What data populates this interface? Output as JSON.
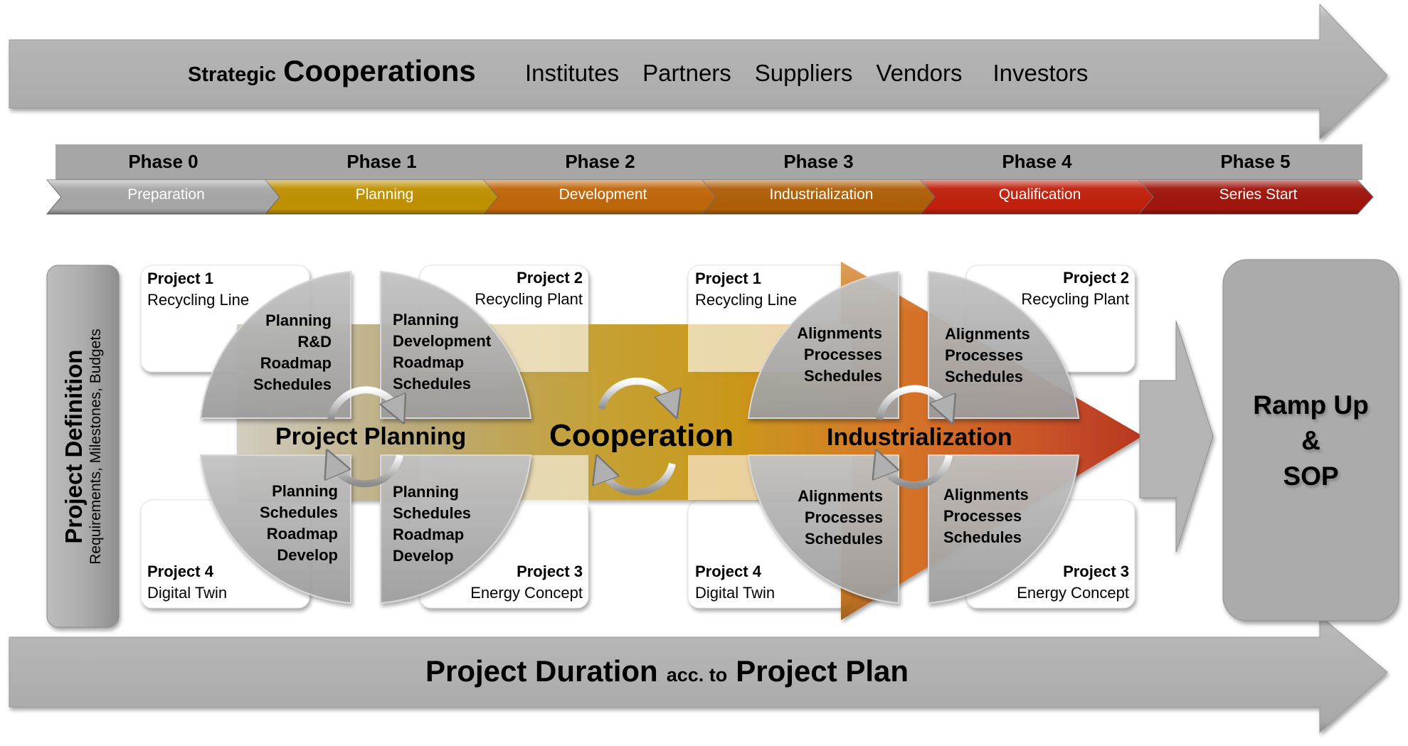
{
  "top_arrow": {
    "prefix": "Strategic",
    "title": "Cooperations",
    "partners": [
      "Institutes",
      "Partners",
      "Suppliers",
      "Vendors",
      "Investors"
    ]
  },
  "phases": [
    {
      "label": "Phase 0",
      "stage": "Preparation",
      "color": "#a6a6a6"
    },
    {
      "label": "Phase 1",
      "stage": "Planning",
      "color": "#bf9000"
    },
    {
      "label": "Phase 2",
      "stage": "Development",
      "color": "#c0660a"
    },
    {
      "label": "Phase 3",
      "stage": "Industrialization",
      "color": "#b05f06"
    },
    {
      "label": "Phase 4",
      "stage": "Qualification",
      "color": "#c0200c"
    },
    {
      "label": "Phase 5",
      "stage": "Series Start",
      "color": "#a0150c"
    }
  ],
  "project_definition": {
    "title": "Project Definition",
    "subtitle": "Requirements, Milestones, Budgets"
  },
  "planning_cluster": {
    "center_label": "Project Planning",
    "projects": {
      "p1": {
        "title": "Project 1",
        "subtitle": "Recycling Line"
      },
      "p2": {
        "title": "Project 2",
        "subtitle": "Recycling Plant"
      },
      "p3": {
        "title": "Project 3",
        "subtitle": "Energy Concept"
      },
      "p4": {
        "title": "Project 4",
        "subtitle": "Digital Twin"
      }
    },
    "quadrants": {
      "top_left": [
        "Planning",
        "R&D",
        "Roadmap",
        "Schedules"
      ],
      "top_right": [
        "Planning",
        "Development",
        "Roadmap",
        "Schedules"
      ],
      "bottom_left": [
        "Planning",
        "Schedules",
        "Roadmap",
        "Develop"
      ],
      "bottom_right": [
        "Planning",
        "Schedules",
        "Roadmap",
        "Develop"
      ]
    }
  },
  "cooperation": {
    "label": "Cooperation"
  },
  "industrialization_cluster": {
    "center_label": "Industrialization",
    "projects": {
      "p1": {
        "title": "Project 1",
        "subtitle": "Recycling Line"
      },
      "p2": {
        "title": "Project 2",
        "subtitle": "Recycling Plant"
      },
      "p3": {
        "title": "Project 3",
        "subtitle": "Energy Concept"
      },
      "p4": {
        "title": "Project 4",
        "subtitle": "Digital Twin"
      }
    },
    "quadrants": {
      "top_left": [
        "Alignments",
        "Processes",
        "Schedules"
      ],
      "top_right": [
        "Alignments",
        "Processes",
        "Schedules"
      ],
      "bottom_left": [
        "Alignments",
        "Processes",
        "Schedules"
      ],
      "bottom_right": [
        "Alignments",
        "Processes",
        "Schedules"
      ]
    }
  },
  "ramp_up": {
    "line1": "Ramp Up",
    "line2": "&",
    "line3": "SOP"
  },
  "bottom_arrow": {
    "part1": "Project Duration",
    "part2": "acc. to",
    "part3": "Project Plan"
  },
  "colors": {
    "gray_arrow": "#b3b3b3",
    "planning_band_start": "#c9c6b8",
    "cooperation_band": "#c49a1c",
    "industrialization_band": "#d2691e",
    "red_tip": "#b83217"
  }
}
